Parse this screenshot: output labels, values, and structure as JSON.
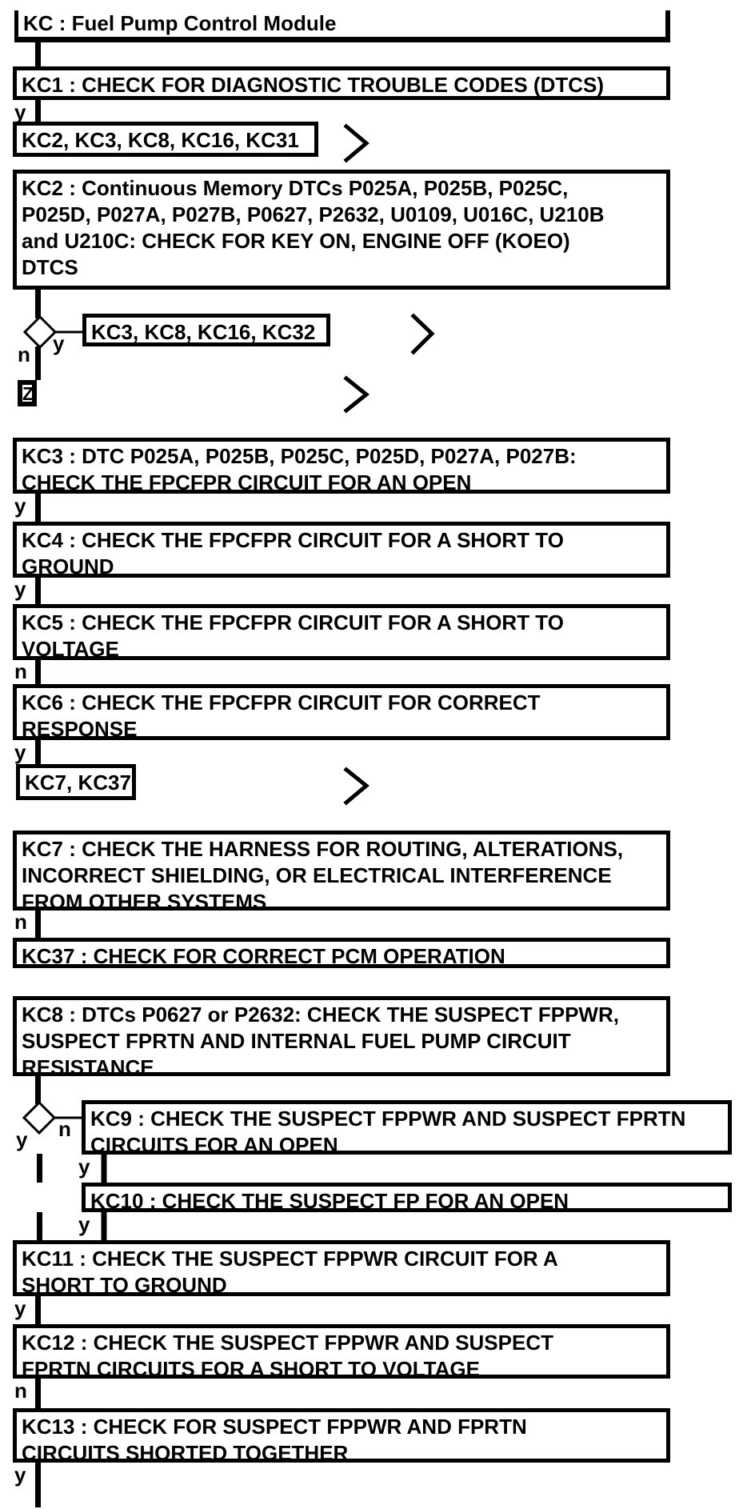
{
  "diagram": {
    "title": "KC : Fuel Pump Control Module",
    "branch_labels": {
      "yes": "y",
      "no": "n"
    },
    "terminal": "Z",
    "colors": {
      "line": "#000000",
      "background": "#ffffff",
      "text": "#000000"
    },
    "icons": {
      "continue": "chevron-right",
      "decision": "diamond-outline"
    },
    "nodes": {
      "kc1": "KC1 : CHECK FOR DIAGNOSTIC TROUBLE CODES (DTCS)",
      "goto1": "KC2, KC3, KC8, KC16, KC31",
      "kc2": "KC2 : Continuous Memory DTCs P025A, P025B, P025C,\nP025D, P027A, P027B, P0627, P2632, U0109, U016C, U210B\nand U210C: CHECK FOR KEY ON, ENGINE OFF (KOEO)\nDTCS",
      "goto2": "KC3, KC8, KC16, KC32",
      "kc3": "KC3 : DTC P025A, P025B, P025C, P025D, P027A, P027B:\nCHECK THE FPCFPR CIRCUIT FOR AN OPEN",
      "kc4": "KC4 : CHECK THE FPCFPR CIRCUIT FOR A SHORT TO\nGROUND",
      "kc5": "KC5 : CHECK THE FPCFPR CIRCUIT FOR A SHORT TO\nVOLTAGE",
      "kc6": "KC6 : CHECK THE FPCFPR CIRCUIT FOR CORRECT\nRESPONSE",
      "goto3": "KC7, KC37",
      "kc7": "KC7 : CHECK THE HARNESS FOR ROUTING, ALTERATIONS,\nINCORRECT SHIELDING, OR ELECTRICAL INTERFERENCE\nFROM OTHER SYSTEMS",
      "kc37": "KC37 : CHECK FOR CORRECT PCM OPERATION",
      "kc8": "KC8 : DTCs P0627 or P2632: CHECK THE SUSPECT FPPWR,\nSUSPECT FPRTN AND INTERNAL FUEL PUMP CIRCUIT\nRESISTANCE",
      "kc9": "KC9 : CHECK THE SUSPECT FPPWR AND SUSPECT FPRTN\nCIRCUITS FOR AN OPEN",
      "kc10": "KC10 : CHECK THE SUSPECT FP FOR AN OPEN",
      "kc11": "KC11 : CHECK THE SUSPECT FPPWR CIRCUIT FOR A\nSHORT TO GROUND",
      "kc12": "KC12 : CHECK THE SUSPECT FPPWR AND SUSPECT\nFPRTN CIRCUITS FOR A SHORT TO VOLTAGE",
      "kc13": "KC13 : CHECK FOR SUSPECT FPPWR AND FPRTN\nCIRCUITS SHORTED TOGETHER"
    }
  }
}
